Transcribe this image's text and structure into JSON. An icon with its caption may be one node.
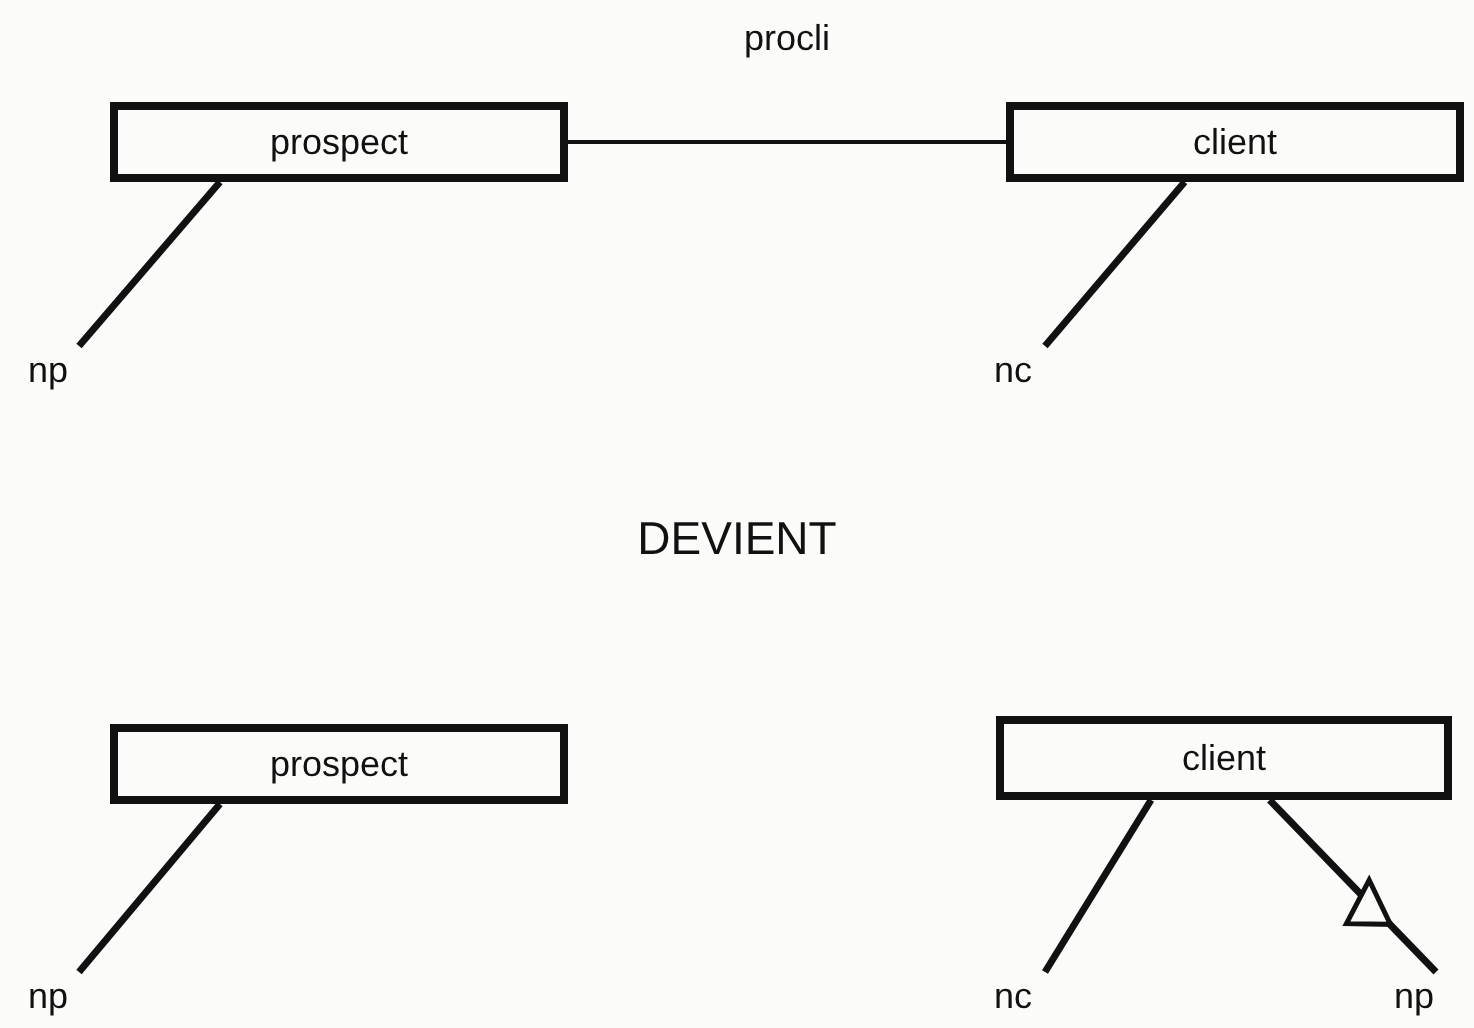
{
  "diagram": {
    "nodes": [
      {
        "text": [
          "prospect"
        ]
      },
      {
        "text": [
          "client"
        ]
      },
      {
        "text": [
          "np"
        ]
      },
      {
        "text": [
          "nc"
        ]
      },
      {
        "text": [
          "prospect"
        ]
      },
      {
        "text": [
          "client"
        ]
      },
      {
        "text": [
          "np"
        ]
      },
      {
        "text": [
          "nc"
        ]
      },
      {
        "text": [
          "np"
        ]
      }
    ],
    "edges": [
      {
        "from": 0,
        "to": 1,
        "arrow": "none",
        "label": "procli"
      },
      {
        "from": 0,
        "to": 2,
        "arrow": "none"
      },
      {
        "from": 1,
        "to": 3,
        "arrow": "none"
      },
      {
        "from": 4,
        "to": 6,
        "arrow": "none"
      },
      {
        "from": 5,
        "to": 7,
        "arrow": "none"
      },
      {
        "from": 5,
        "to": 8,
        "arrow": "to"
      }
    ],
    "labels": [
      "DEVIENT"
    ]
  }
}
